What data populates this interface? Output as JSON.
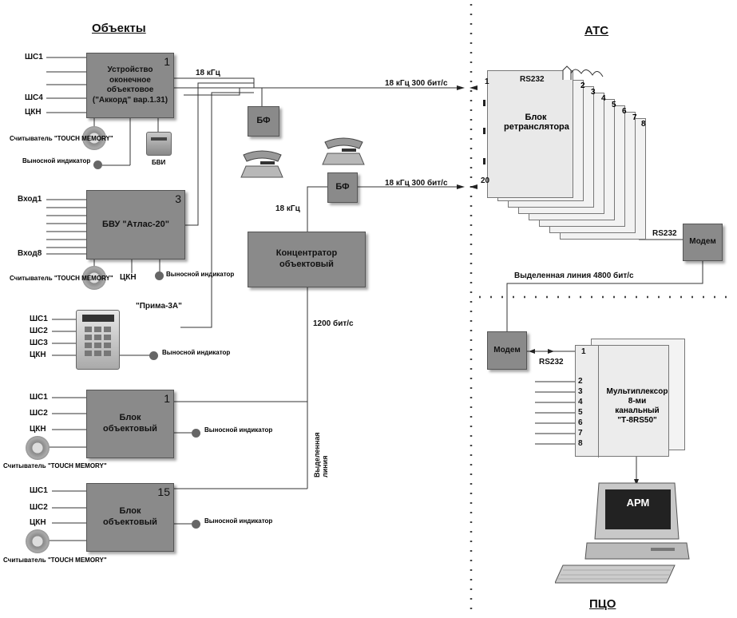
{
  "sections": {
    "objects": "Объекты",
    "ats": "АТС",
    "pco": "ПЦО"
  },
  "device1": {
    "label": "Устройство оконечное объектовое (\"Аккорд\" вар.1.31)",
    "number": "1",
    "inputs": [
      "ШС1",
      "ШС4",
      "ЦКН"
    ],
    "reader": "Считыватель \"TOUCH MEMORY\"",
    "indicator": "Выносной индикатор",
    "bvi": "БВИ"
  },
  "bvu": {
    "label": "БВУ \"Атлас-20\"",
    "number": "3",
    "inputs": [
      "Вход1",
      "Вход8"
    ],
    "reader": "Считыватель \"TOUCH MEMORY\"",
    "ckn": "ЦКН",
    "indicator": "Выносной индикатор"
  },
  "prima": {
    "label": "\"Прима-3А\"",
    "inputs": [
      "ШС1",
      "ШС2",
      "ШС3",
      "ЦКН"
    ],
    "indicator": "Выносной индикатор"
  },
  "block1": {
    "label": "Блок объектовый",
    "number": "1",
    "inputs": [
      "ШС1",
      "ШС2",
      "ЦКН"
    ],
    "reader": "Считыватель \"TOUCH MEMORY\"",
    "indicator": "Выносной индикатор"
  },
  "block15": {
    "label": "Блок объектовый",
    "number": "15",
    "inputs": [
      "ШС1",
      "ШС2",
      "ЦКН"
    ],
    "reader": "Считыватель \"TOUCH MEMORY\"",
    "indicator": "Выносной индикатор"
  },
  "bf": "БФ",
  "concentrator": "Концентратор объектовый",
  "links": {
    "khz18": "18 кГц",
    "line1": "18 кГц  300 бит/с",
    "line2": "18 кГц  300 бит/с",
    "khz18b": "18 кГц",
    "bps1200": "1200 бит/с",
    "dedicated": "Выделенная линия",
    "leased4800": "Выделенная линия 4800 бит/с",
    "rs232a": "RS232",
    "rs232b": "RS232",
    "rs232c": "RS232"
  },
  "repeater": {
    "label": "Блок ретранслятора",
    "rs232": "RS232",
    "port_first": "1",
    "port_last": "20",
    "numbers": [
      "2",
      "3",
      "4",
      "5",
      "6",
      "7",
      "8"
    ]
  },
  "modem": "Модем",
  "multiplexer": {
    "label": "Мультиплексор 8-ми канальный \"Т-8RS50\"",
    "channels": [
      "1",
      "2",
      "3",
      "4",
      "5",
      "6",
      "7",
      "8"
    ]
  },
  "arm": "АРМ"
}
